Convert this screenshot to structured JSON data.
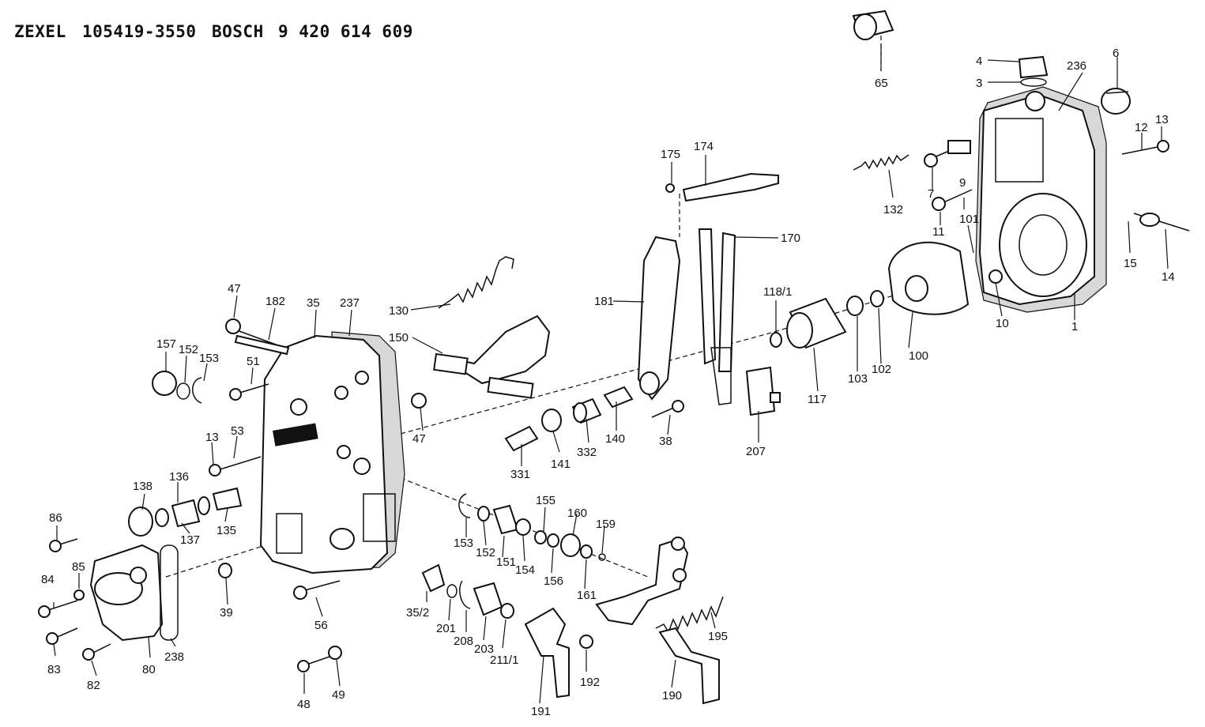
{
  "header": {
    "brand1": "ZEXEL",
    "part1": "105419-3550",
    "brand2": "BOSCH",
    "part2": "9 420 614 609"
  },
  "callouts": {
    "c1": "1",
    "c3": "3",
    "c4": "4",
    "c6": "6",
    "c7": "7",
    "c9": "9",
    "c10": "10",
    "c11": "11",
    "c12": "12",
    "c13a": "13",
    "c14": "14",
    "c15": "15",
    "c65": "65",
    "c236": "236",
    "c132": "132",
    "c101": "101",
    "c100": "100",
    "c102": "102",
    "c103": "103",
    "c117": "117",
    "c118": "118/1",
    "c170": "170",
    "c174": "174",
    "c175": "175",
    "c181": "181",
    "c207": "207",
    "c38": "38",
    "c130": "130",
    "c150": "150",
    "c140": "140",
    "c332": "332",
    "c141": "141",
    "c331": "331",
    "c47a": "47",
    "c47b": "47",
    "c182": "182",
    "c35": "35",
    "c237": "237",
    "c157": "157",
    "c152a": "152",
    "c153a": "153",
    "c51": "51",
    "c13b": "13",
    "c53": "53",
    "c138": "138",
    "c136": "136",
    "c137": "137",
    "c135": "135",
    "c86": "86",
    "c85": "85",
    "c84": "84",
    "c83": "83",
    "c82": "82",
    "c80": "80",
    "c238": "238",
    "c39": "39",
    "c56": "56",
    "c48": "48",
    "c49": "49",
    "c352": "35/2",
    "c201": "201",
    "c208": "208",
    "c203": "203",
    "c211": "211/1",
    "c153b": "153",
    "c152b": "152",
    "c151": "151",
    "c154": "154",
    "c155": "155",
    "c156": "156",
    "c160": "160",
    "c161": "161",
    "c159": "159",
    "c191": "191",
    "c192": "192",
    "c190": "190",
    "c195": "195"
  }
}
